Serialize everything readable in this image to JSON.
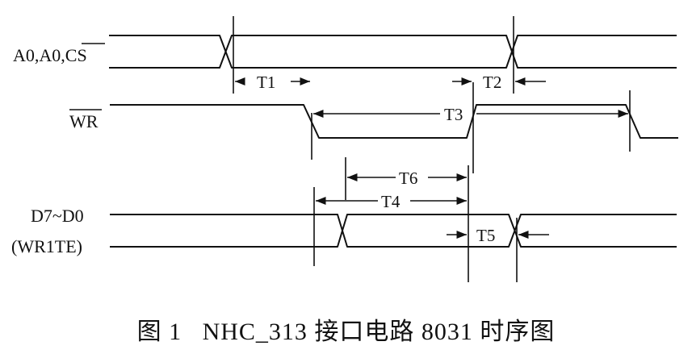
{
  "signals": {
    "addr": {
      "label_a": "A0,A0,",
      "label_b": "CS"
    },
    "wr": {
      "label": "WR"
    },
    "data": {
      "label_line1": "D7~D0",
      "label_line2": "(WR1TE)"
    }
  },
  "timings": {
    "t1": "T1",
    "t2": "T2",
    "t3": "T3",
    "t4": "T4",
    "t5": "T5",
    "t6": "T6"
  },
  "caption": "图 1   NHC_313 接口电路 8031 时序图"
}
